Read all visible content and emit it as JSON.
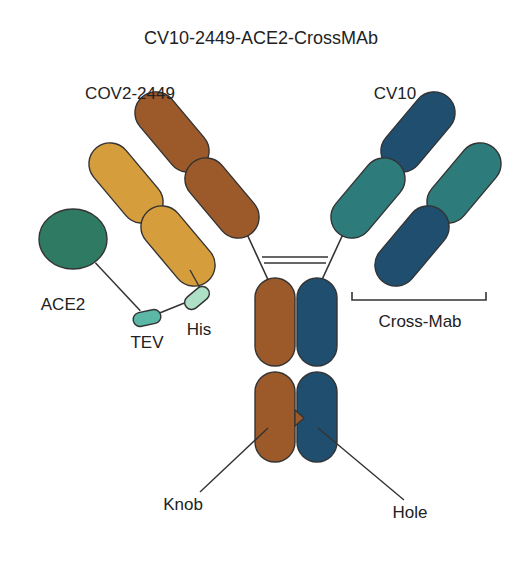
{
  "diagram": {
    "title": "CV10-2449-ACE2-CrossMAb",
    "nodes": [
      {
        "text": [
          "ACE2"
        ]
      },
      {
        "text": [
          "TEV"
        ]
      },
      {
        "text": [
          "His"
        ]
      }
    ],
    "edges": [
      {
        "from": 0,
        "to": 1,
        "arrow": "none"
      },
      {
        "from": 1,
        "to": 2,
        "arrow": "none"
      }
    ],
    "labels": [
      "COV2-2449",
      "CV10",
      "Cross-Mab",
      "Knob",
      "Hole"
    ]
  }
}
